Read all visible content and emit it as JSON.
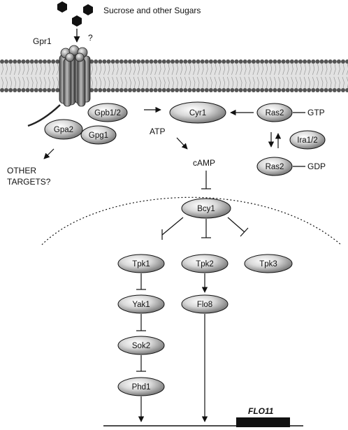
{
  "labels": {
    "sugars": "Sucrose and other Sugars",
    "question": "?",
    "gpr1": "Gpr1",
    "atp": "ATP",
    "camp": "cAMP",
    "gtp": "GTP",
    "gdp": "GDP",
    "other_targets_line1": "OTHER",
    "other_targets_line2": "TARGETS?",
    "flo11": "FLO11"
  },
  "nodes": {
    "gpb12": "Gpb1/2",
    "gpa2": "Gpa2",
    "gpg1": "Gpg1",
    "cyr1": "Cyr1",
    "ras2_gtp": "Ras2",
    "ira12": "Ira1/2",
    "ras2_gdp": "Ras2",
    "bcy1": "Bcy1",
    "tpk1": "Tpk1",
    "tpk2": "Tpk2",
    "tpk3": "Tpk3",
    "yak1": "Yak1",
    "flo8": "Flo8",
    "sok2": "Sok2",
    "phd1": "Phd1"
  }
}
